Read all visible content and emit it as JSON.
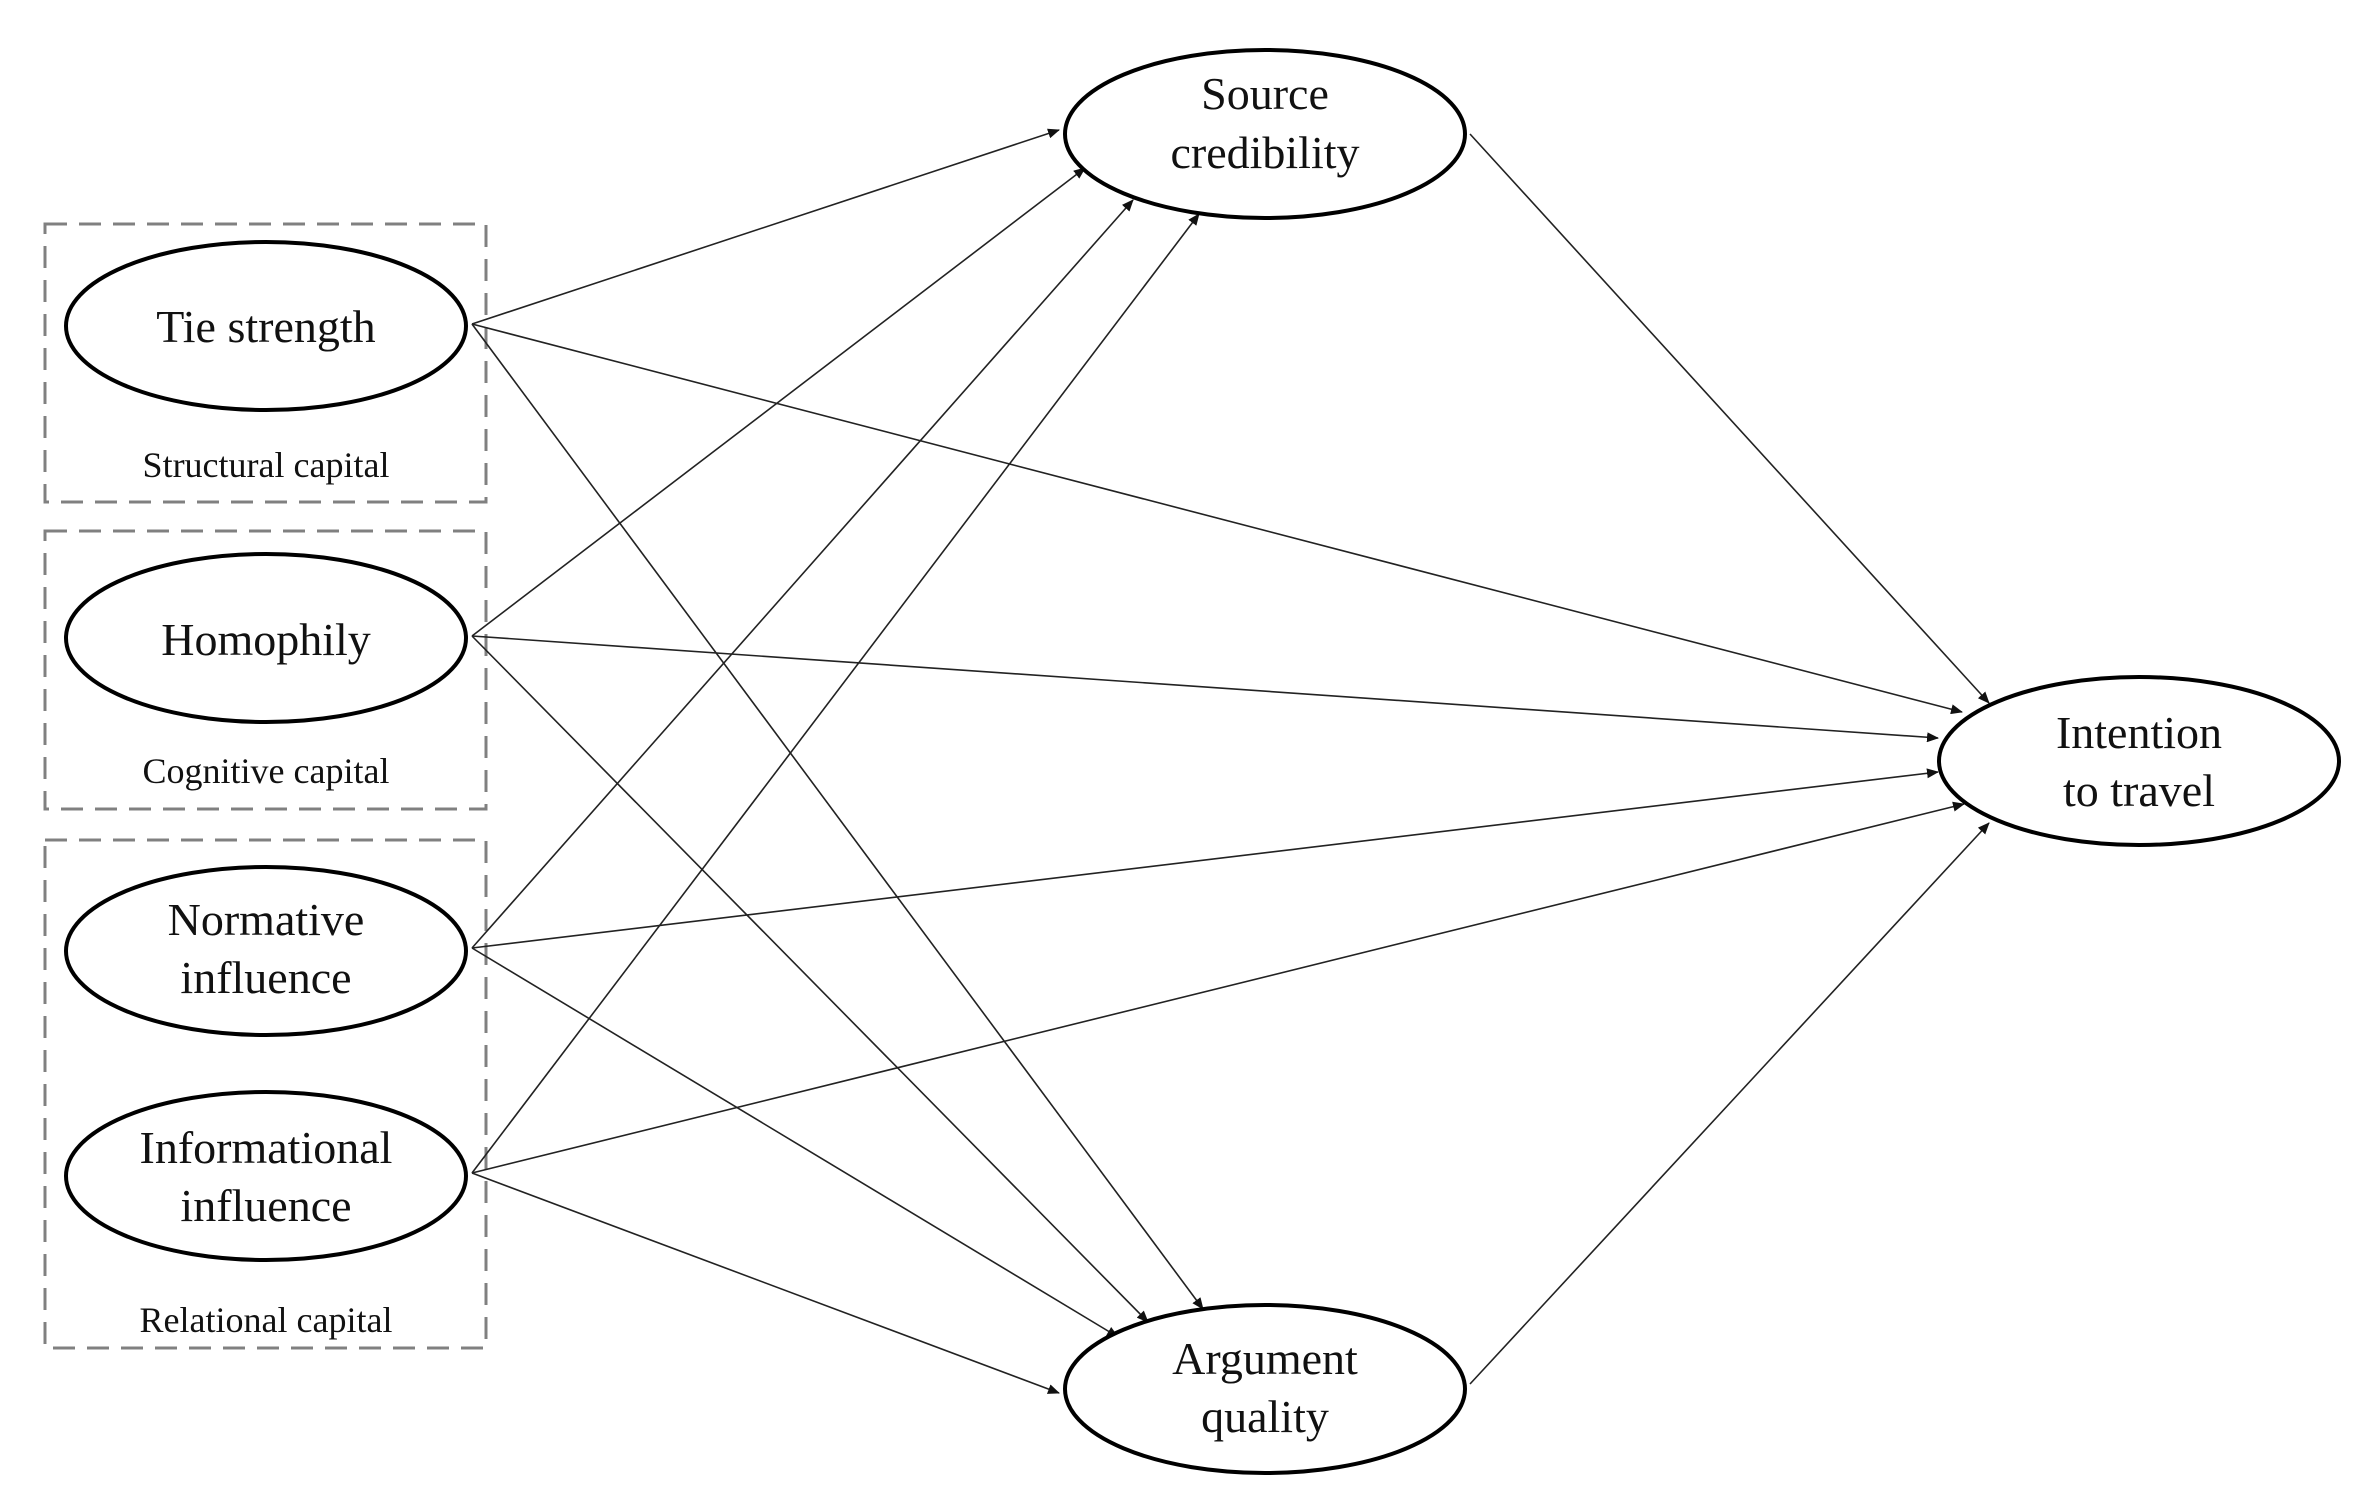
{
  "groups": [
    {
      "id": "structural",
      "label": "Structural capital"
    },
    {
      "id": "cognitive",
      "label": "Cognitive capital"
    },
    {
      "id": "relational",
      "label": "Relational capital"
    }
  ],
  "nodes": [
    {
      "id": "tie_strength",
      "lines": [
        "Tie strength"
      ]
    },
    {
      "id": "homophily",
      "lines": [
        "Homophily"
      ]
    },
    {
      "id": "normative",
      "lines": [
        "Normative",
        "influence"
      ]
    },
    {
      "id": "informational",
      "lines": [
        "Informational",
        "influence"
      ]
    },
    {
      "id": "source_credibility",
      "lines": [
        "Source",
        "credibility"
      ]
    },
    {
      "id": "argument_quality",
      "lines": [
        "Argument",
        "quality"
      ]
    },
    {
      "id": "intention",
      "lines": [
        "Intention",
        "to travel"
      ]
    }
  ],
  "edges": [
    {
      "from": "tie_strength",
      "to": "source_credibility"
    },
    {
      "from": "tie_strength",
      "to": "argument_quality"
    },
    {
      "from": "tie_strength",
      "to": "intention"
    },
    {
      "from": "homophily",
      "to": "source_credibility"
    },
    {
      "from": "homophily",
      "to": "argument_quality"
    },
    {
      "from": "homophily",
      "to": "intention"
    },
    {
      "from": "normative",
      "to": "source_credibility"
    },
    {
      "from": "normative",
      "to": "argument_quality"
    },
    {
      "from": "normative",
      "to": "intention"
    },
    {
      "from": "informational",
      "to": "source_credibility"
    },
    {
      "from": "informational",
      "to": "argument_quality"
    },
    {
      "from": "informational",
      "to": "intention"
    },
    {
      "from": "source_credibility",
      "to": "intention"
    },
    {
      "from": "argument_quality",
      "to": "intention"
    }
  ]
}
